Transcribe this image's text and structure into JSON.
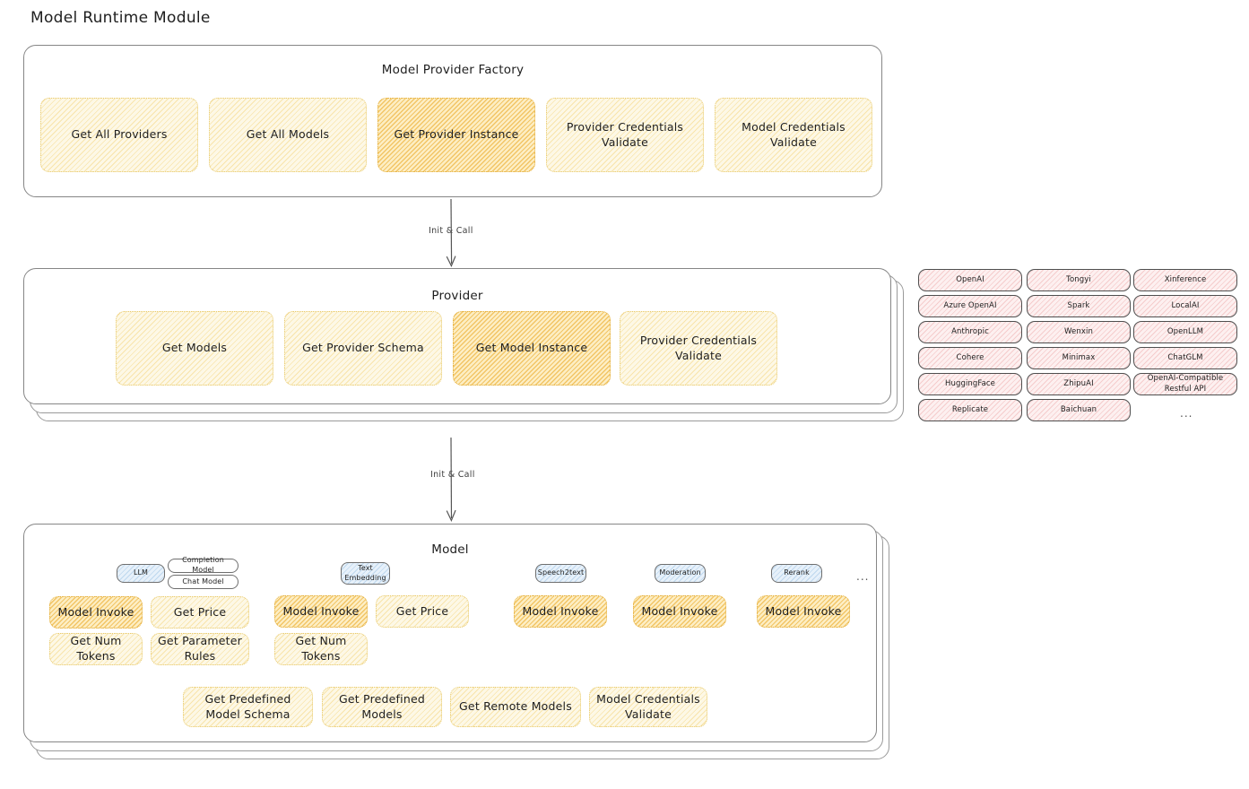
{
  "page": {
    "title": "Model Runtime Module"
  },
  "colors": {
    "box_fill_light": "#fdf8e6",
    "box_fill_highlight": "#fdeec4",
    "provider_chip_fill": "#fdf0f0",
    "badge_blue_fill": "#e7f1fa",
    "stroke": "#868686",
    "text": "#1e1e1e"
  },
  "factory": {
    "title": "Model Provider Factory",
    "items": [
      {
        "label": "Get All Providers",
        "highlighted": false
      },
      {
        "label": "Get All Models",
        "highlighted": false
      },
      {
        "label": "Get Provider Instance",
        "highlighted": true
      },
      {
        "label": "Provider Credentials Validate",
        "highlighted": false
      },
      {
        "label": "Model Credentials Validate",
        "highlighted": false
      }
    ]
  },
  "arrows": [
    {
      "label": "Init & Call"
    },
    {
      "label": "Init & Call"
    }
  ],
  "provider": {
    "title": "Provider",
    "items": [
      {
        "label": "Get Models",
        "highlighted": false
      },
      {
        "label": "Get Provider Schema",
        "highlighted": false
      },
      {
        "label": "Get Model Instance",
        "highlighted": true
      },
      {
        "label": "Provider Credentials Validate",
        "highlighted": false
      }
    ]
  },
  "provider_list": {
    "columns": [
      [
        "OpenAI",
        "Azure OpenAI",
        "Anthropic",
        "Cohere",
        "HuggingFace",
        "Replicate"
      ],
      [
        "Tongyi",
        "Spark",
        "Wenxin",
        "Minimax",
        "ZhipuAI",
        "Baichuan"
      ],
      [
        "Xinference",
        "LocalAI",
        "OpenLLM",
        "ChatGLM",
        "OpenAI-Compatible Restful API"
      ]
    ],
    "more": "..."
  },
  "model": {
    "title": "Model",
    "more": "...",
    "groups": [
      {
        "badge": "LLM",
        "badge_style": "blue",
        "sub_badges": [
          "Completion Model",
          "Chat Model"
        ],
        "ops": [
          {
            "label": "Model Invoke",
            "highlighted": true
          },
          {
            "label": "Get Price",
            "highlighted": false
          },
          {
            "label": "Get Num Tokens",
            "highlighted": false
          },
          {
            "label": "Get Parameter Rules",
            "highlighted": false
          }
        ]
      },
      {
        "badge": "Text Embedding",
        "badge_style": "blue",
        "sub_badges": [],
        "ops": [
          {
            "label": "Model Invoke",
            "highlighted": true
          },
          {
            "label": "Get Price",
            "highlighted": false
          },
          {
            "label": "Get Num Tokens",
            "highlighted": false
          }
        ]
      },
      {
        "badge": "Speech2text",
        "badge_style": "blue",
        "sub_badges": [],
        "ops": [
          {
            "label": "Model Invoke",
            "highlighted": true
          }
        ]
      },
      {
        "badge": "Moderation",
        "badge_style": "blue",
        "sub_badges": [],
        "ops": [
          {
            "label": "Model Invoke",
            "highlighted": true
          }
        ]
      },
      {
        "badge": "Rerank",
        "badge_style": "blue",
        "sub_badges": [],
        "ops": [
          {
            "label": "Model Invoke",
            "highlighted": true
          }
        ]
      }
    ],
    "common_ops": [
      "Get Predefined Model Schema",
      "Get Predefined Models",
      "Get Remote Models",
      "Model Credentials Validate"
    ]
  }
}
